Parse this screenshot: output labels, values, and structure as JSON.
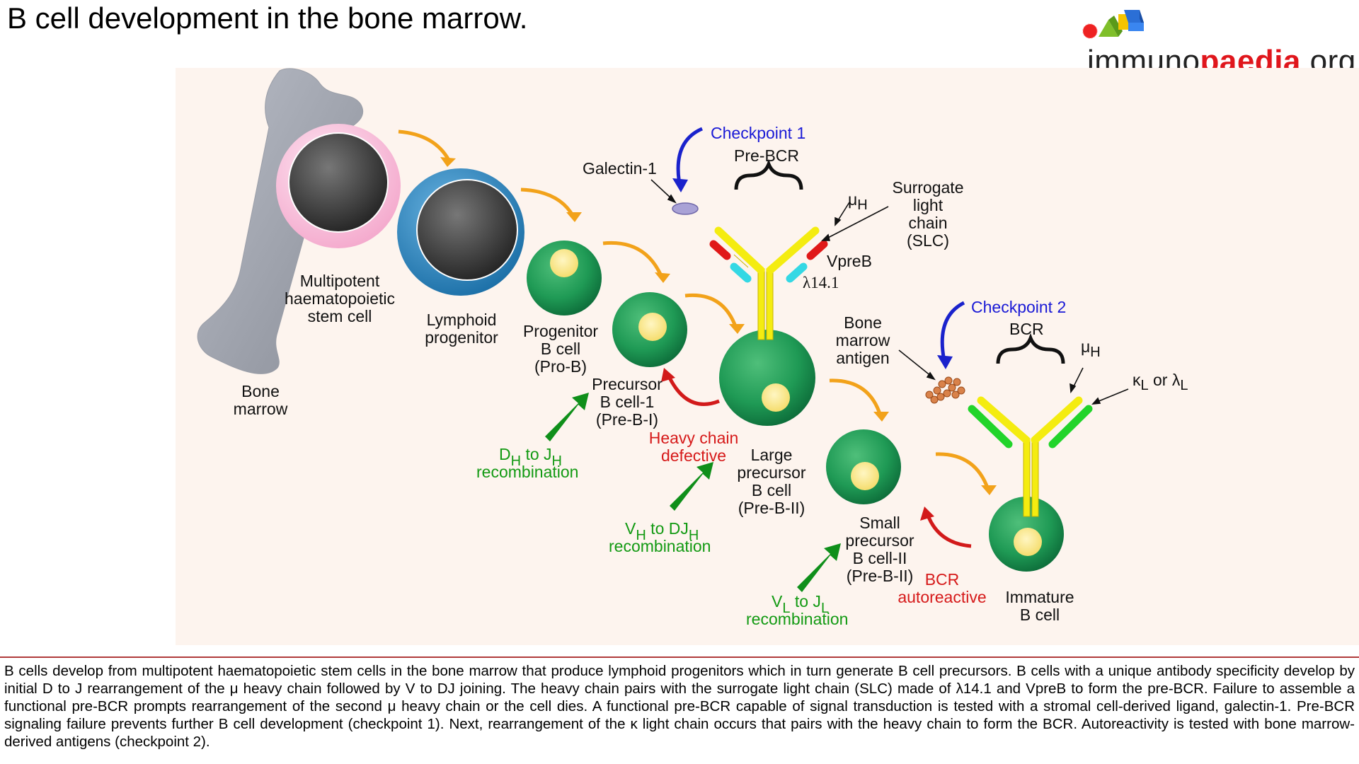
{
  "title": "B cell development in the bone marrow.",
  "logo": {
    "text_plain": "immuno",
    "text_bold": "paedia",
    "text_tail": ".org"
  },
  "colors": {
    "orange_arrow": "#f2a21a",
    "green_arrow": "#0f8f1a",
    "red_arrow": "#d21a1a",
    "blue_arrow": "#1a22cc",
    "heavy_chain": "#f4ec10",
    "vpreb": "#e01818",
    "lambda": "#34d8e4",
    "light_chain": "#22d42a"
  },
  "labels": {
    "bone_marrow": [
      "Bone",
      "marrow"
    ],
    "stem_cell": [
      "Multipotent",
      "haematopoietic",
      "stem cell"
    ],
    "lymphoid": [
      "Lymphoid",
      "progenitor"
    ],
    "pro_b": [
      "Progenitor",
      "B cell",
      "(Pro-B)"
    ],
    "pre_b1": [
      "Precursor",
      "B cell-1",
      "(Pre-B-I)"
    ],
    "large_pre": [
      "Large",
      "precursor",
      "B cell",
      "(Pre-B-II)"
    ],
    "small_pre": [
      "Small",
      "precursor",
      "B cell-II",
      "(Pre-B-II)"
    ],
    "immature": [
      "Immature",
      "B cell"
    ],
    "galectin": "Galectin-1",
    "checkpoint1": "Checkpoint 1",
    "pre_bcr": "Pre-BCR",
    "mu_h": "μ",
    "mu_h_sub": "H",
    "slc": [
      "Surrogate",
      "light",
      "chain",
      "(SLC)"
    ],
    "vpreb": "VpreB",
    "lambda141": "λ14.1",
    "bm_antigen": [
      "Bone",
      "marrow",
      "antigen"
    ],
    "checkpoint2": "Checkpoint 2",
    "bcr": "BCR",
    "mu_h2": "μ",
    "mu_h2_sub": "H",
    "kappa": "κ",
    "kappa_sub": "L",
    "or": " or ",
    "lambda_l": "λ",
    "lambda_l_sub": "L",
    "dj": {
      "d": "D",
      "d_sub": "H",
      "to": " to J",
      "j_sub": "H",
      "line2": "recombination"
    },
    "vdj": {
      "v": "V",
      "v_sub": "H",
      "to": " to DJ",
      "j_sub": "H",
      "line2": "recombination"
    },
    "vj": {
      "v": "V",
      "v_sub": "L",
      "to": " to J",
      "j_sub": "L",
      "line2": "recombination"
    },
    "heavy_defective": [
      "Heavy chain",
      "defective"
    ],
    "bcr_autoreactive": [
      "BCR",
      "autoreactive"
    ]
  },
  "caption": "B cells develop from multipotent haematopoietic stem cells in the bone marrow that produce lymphoid progenitors which in turn generate B cell precursors. B cells with a unique antibody specificity develop by initial D to J rearrangement of the μ heavy chain followed by V to DJ joining. The heavy chain pairs with the surrogate light chain (SLC) made of λ14.1 and VpreB to  form the pre-BCR. Failure to assemble a functional pre-BCR prompts rearrangement of the second μ heavy chain or the cell dies. A functional pre-BCR capable of signal transduction is tested with a stromal cell-derived ligand, galectin-1. Pre-BCR signaling failure prevents further B cell development (checkpoint 1). Next, rearrangement of the κ light chain occurs that pairs with the heavy chain to form the BCR. Autoreactivity is tested with bone marrow-derived antigens (checkpoint 2)."
}
